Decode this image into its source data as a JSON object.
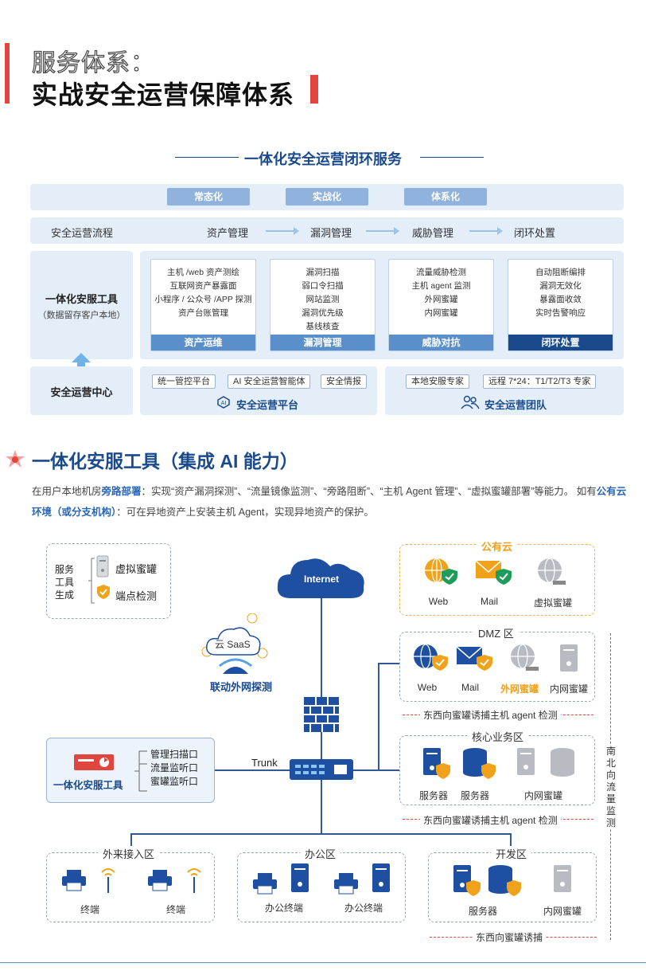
{
  "header": {
    "subtitle": "服务体系：",
    "title": "实战安全运营保障体系"
  },
  "section1": {
    "title": "一体化安全运营闭环服务",
    "pillars": [
      "常态化",
      "实战化",
      "体系化"
    ],
    "flow": {
      "label": "安全运营流程",
      "steps": [
        "资产管理",
        "漏洞管理",
        "威胁管理",
        "闭环处置"
      ]
    },
    "tools": {
      "label": "一体化安服工具",
      "note": "（数据留存客户本地）",
      "cards": [
        {
          "lines": [
            "主机 /web 资产测绘",
            "互联网资产暴露面",
            "小程序 / 公众号 /APP 探测",
            "资产台账管理"
          ],
          "footer": "资产运维"
        },
        {
          "lines": [
            "漏洞扫描",
            "弱口令扫描",
            "网站监测",
            "漏洞优先级",
            "基线核查"
          ],
          "footer": "漏洞管理"
        },
        {
          "lines": [
            "流量威胁检测",
            "主机 agent 监测",
            "外网蜜罐",
            "内网蜜罐"
          ],
          "footer": "威胁对抗"
        },
        {
          "lines": [
            "自动阻断编排",
            "漏洞无效化",
            "暴露面收敛",
            "实时告警响应"
          ],
          "footer": "闭环处置"
        }
      ]
    },
    "center": {
      "label": "安全运营中心",
      "platform": {
        "tags": [
          "统一管控平台",
          "AI 安全运营智能体",
          "安全情报"
        ],
        "name": "安全运营平台"
      },
      "team": {
        "tags": [
          "本地安服专家",
          "远程 7*24：T1/T2/T3 专家"
        ],
        "name": "安全运营团队"
      }
    }
  },
  "section2": {
    "title": "一体化安服工具（集成 AI 能力）",
    "para_1": "在用户本地机房",
    "para_b1": "旁路部署",
    "para_2": "：实现“资产漏洞探测”、“流量镜像监测”、“旁路阻断”、“主机 Agent 管理”、“虚拟蜜罐部署”等能力。 如有",
    "para_b2": "公有云环境（或分支机构）",
    "para_3": "：可在异地资产上安装主机 Agent，实现异地资产的保护。"
  },
  "diagram": {
    "legend": {
      "title": "服务\n工具\n生成",
      "items": [
        "虚拟蜜罐",
        "端点检测"
      ]
    },
    "internet": "Internet",
    "saas": {
      "cloud": "云 SaaS",
      "label": "联动外网探测"
    },
    "public_cloud": {
      "title": "公有云",
      "items": [
        "Web",
        "Mail",
        "虚拟蜜罐"
      ]
    },
    "dmz": {
      "title": "DMZ 区",
      "items": [
        "Web",
        "Mail",
        "外网蜜罐",
        "内网蜜罐"
      ],
      "ew": "东西向蜜罐诱捕主机 agent 检测"
    },
    "core": {
      "title": "核心业务区",
      "items": [
        "服务器",
        "服务器",
        "内网蜜罐"
      ],
      "ew": "东西向蜜罐诱捕主机 agent 检测"
    },
    "ns": "南北向流量监测",
    "trunk": "Trunk",
    "appliance": {
      "label": "一体化安服工具",
      "ports": [
        "管理扫描口",
        "流量监听口",
        "蜜罐监听口"
      ]
    },
    "zones": [
      {
        "title": "外来接入区",
        "items": [
          "终端",
          "终端"
        ]
      },
      {
        "title": "办公区",
        "items": [
          "办公终端",
          "办公终端"
        ]
      },
      {
        "title": "开发区",
        "items": [
          "服务器",
          "内网蜜罐"
        ],
        "ew": "东西向蜜罐诱捕"
      }
    ],
    "colors": {
      "blue": "#1a4a8c",
      "red": "#e0453e",
      "shield": "#f0a21a",
      "orange": "#f0b64a"
    }
  }
}
